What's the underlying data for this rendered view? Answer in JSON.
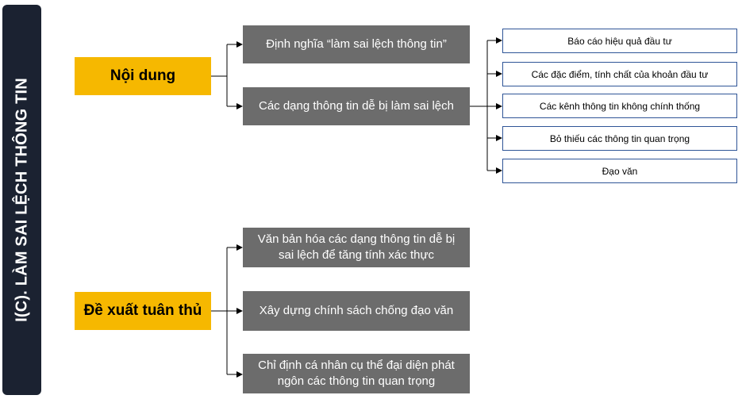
{
  "side_title": "I(C). LÀM SAI LỆCH THÔNG TIN",
  "sections": [
    {
      "label": "Nội dung",
      "children": [
        {
          "label": "Định nghĩa “làm sai lệch thông tin”"
        },
        {
          "label": "Các dạng thông tin dễ bị làm sai lệch",
          "children": [
            "Báo cáo hiệu quả đầu tư",
            "Các đặc điểm, tính chất của khoản đầu tư",
            "Các kênh thông tin không chính thống",
            "Bỏ thiếu các thông tin quan trọng",
            "Đạo văn"
          ]
        }
      ]
    },
    {
      "label": "Đề xuất tuân thủ",
      "children": [
        {
          "label": "Văn bản hóa các dạng thông tin dễ bị sai lệch để tăng tính xác thực"
        },
        {
          "label": "Xây dựng chính sách chống đạo văn"
        },
        {
          "label": "Chỉ định cá nhân cụ thể đại diện phát ngôn các thông tin quan trọng"
        }
      ]
    }
  ],
  "colors": {
    "side_bar": "#1b2231",
    "category": "#f6b800",
    "sub_node": "#6c6c6c",
    "leaf_border": "#2f5597",
    "connector": "#000000"
  }
}
